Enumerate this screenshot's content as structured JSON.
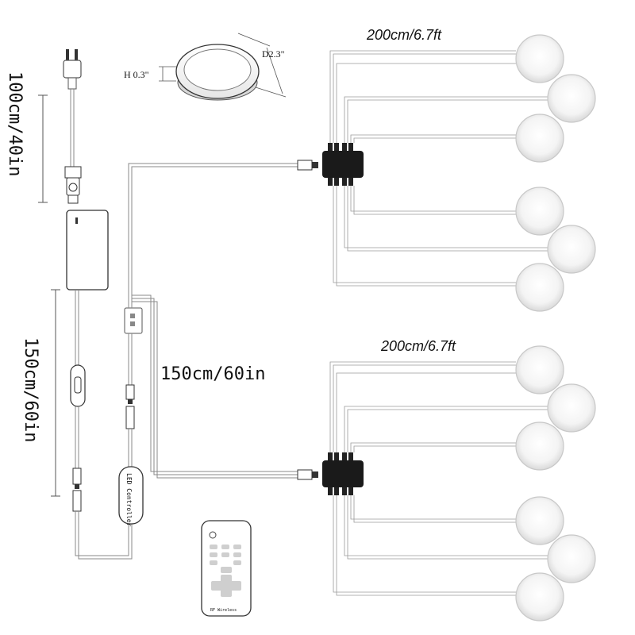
{
  "labels": {
    "cable_top": "200cm/6.7ft",
    "cable_bottom": "200cm/6.7ft",
    "plug_cord": "100cm/40in",
    "switch_cord": "150cm/60in",
    "controller_cord": "150cm/60in",
    "height": "H 0.3\"",
    "diameter": "D2.3\"",
    "controller": "LED Controller",
    "remote": "RF Wireless"
  },
  "groups": [
    {
      "name": "top",
      "light_count": 6
    },
    {
      "name": "bottom",
      "light_count": 6
    }
  ],
  "colors": {
    "wire": "#8a8a8a",
    "device": "#1a1a1a",
    "light_fill": "#f3f3f3",
    "light_ring": "#c8c8c8"
  }
}
